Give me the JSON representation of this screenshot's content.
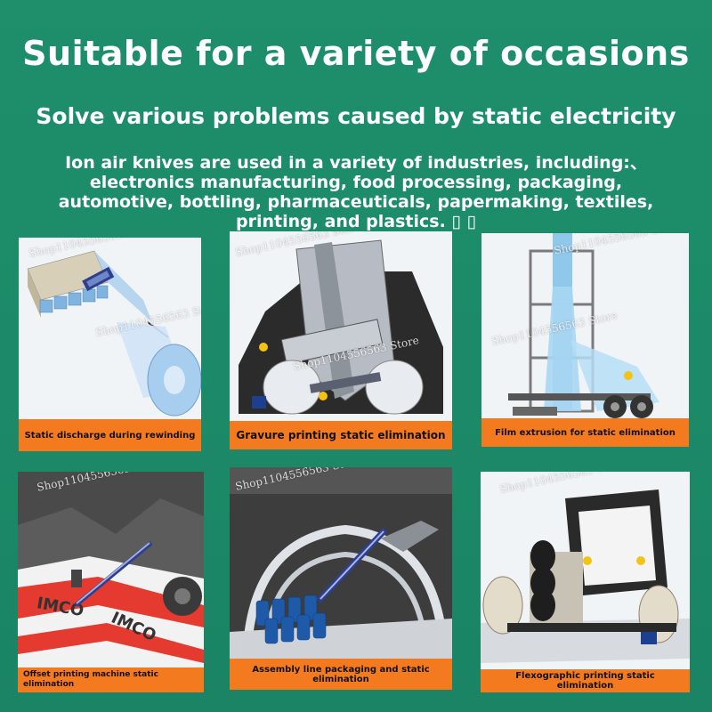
{
  "header": {
    "title": "Suitable for a variety of occasions",
    "subtitle": "Solve various problems caused by static electricity",
    "description": "Ion air knives are used in a variety of industries, including:、\nelectronics manufacturing, food processing, packaging,\nautomotive, bottling, pharmaceuticals, papermaking, textiles,\nprinting, and plastics. ▯ ▯"
  },
  "watermark": "Shop1104556563 Store",
  "cards": [
    {
      "caption": "Static discharge during rewinding",
      "icon": "rewinding-machine-illustration"
    },
    {
      "caption": "Gravure printing static elimination",
      "icon": "gravure-printing-illustration"
    },
    {
      "caption": "Film extrusion for static elimination",
      "icon": "film-extrusion-illustration"
    },
    {
      "caption": "Offset printing machine static elimination",
      "icon": "offset-printing-illustration"
    },
    {
      "caption": "Assembly line packaging and static elimination",
      "icon": "bottling-line-illustration"
    },
    {
      "caption": "Flexographic printing static elimination",
      "icon": "flexographic-printing-illustration"
    }
  ],
  "colors": {
    "background": "#1e8f6a",
    "caption_bar": "#f47a20"
  }
}
